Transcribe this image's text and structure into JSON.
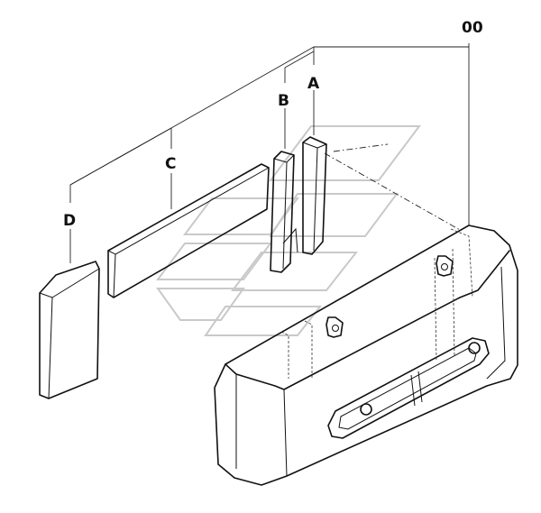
{
  "labels": {
    "assembly": "00",
    "part_a": "A",
    "part_b": "B",
    "part_c": "C",
    "part_d": "D"
  }
}
